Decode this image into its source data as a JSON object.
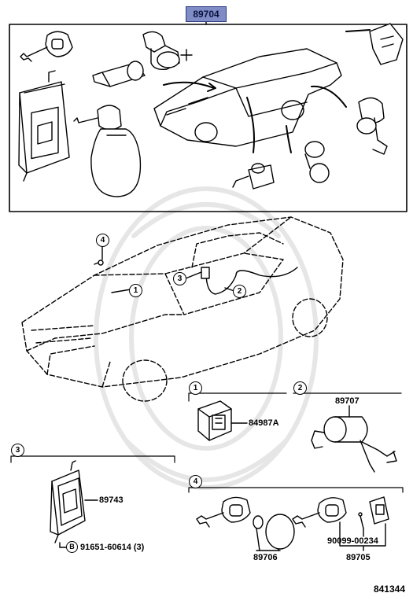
{
  "diagram": {
    "top_part_number": "89704",
    "reference_number": "841344",
    "groups": [
      {
        "id": "1",
        "parts": [
          "84987A"
        ]
      },
      {
        "id": "2",
        "parts": [
          "89707"
        ]
      },
      {
        "id": "3",
        "parts": [
          "89743",
          "91651-60614 (3)"
        ],
        "bolt_marker": "B"
      },
      {
        "id": "4",
        "parts": [
          "89706",
          "90099-00234",
          "89705"
        ]
      }
    ],
    "callouts": {
      "c1": "1",
      "c2": "2",
      "c3": "3",
      "c4": "4"
    },
    "labels": {
      "p84987A": "84987A",
      "p89707": "89707",
      "p89743": "89743",
      "p91651": "91651-60614 (3)",
      "bolt": "B",
      "p89706": "89706",
      "p90099": "90099-00234",
      "p89705": "89705"
    }
  }
}
